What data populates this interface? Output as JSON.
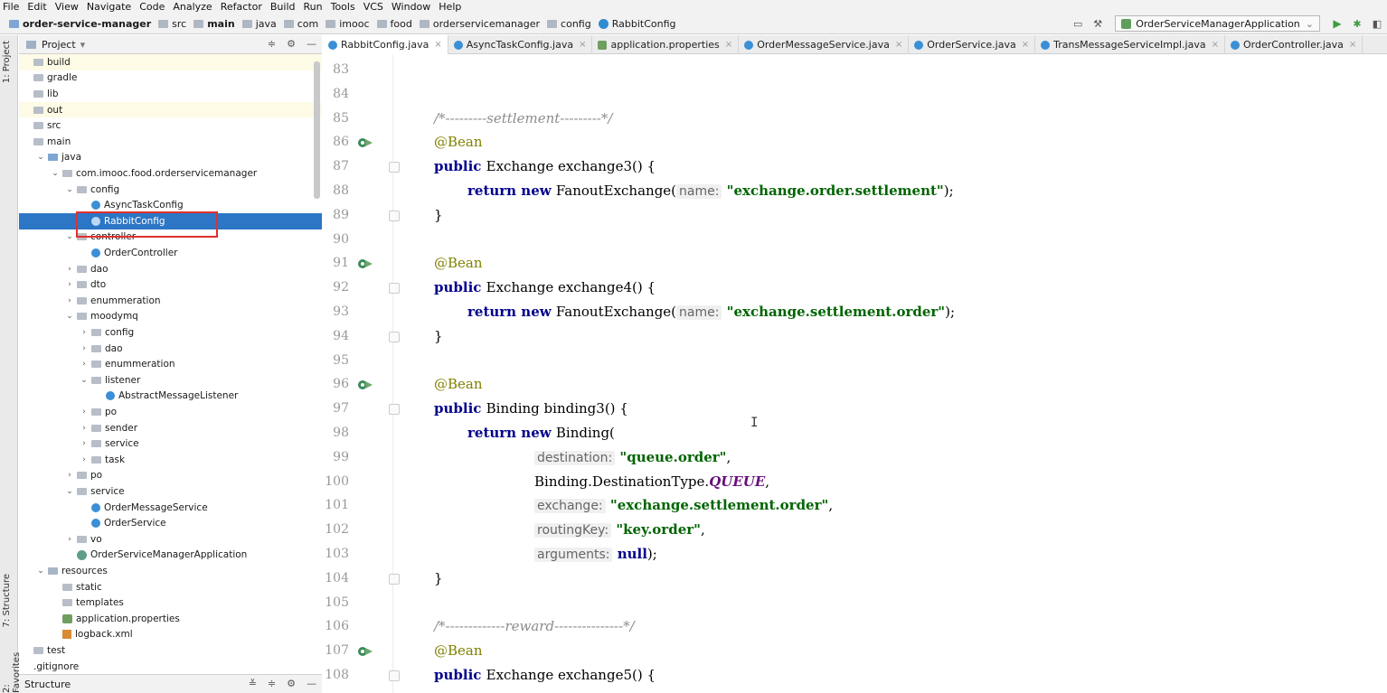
{
  "menu": [
    "File",
    "Edit",
    "View",
    "Navigate",
    "Code",
    "Analyze",
    "Refactor",
    "Build",
    "Run",
    "Tools",
    "VCS",
    "Window",
    "Help"
  ],
  "breadcrumbs": [
    {
      "label": "order-service-manager",
      "icon": "project-icon"
    },
    {
      "label": "src",
      "icon": "folder-icon"
    },
    {
      "label": "main",
      "icon": "folder-icon"
    },
    {
      "label": "java",
      "icon": "folder-icon"
    },
    {
      "label": "com",
      "icon": "folder-icon"
    },
    {
      "label": "imooc",
      "icon": "folder-icon"
    },
    {
      "label": "food",
      "icon": "folder-icon"
    },
    {
      "label": "orderservicemanager",
      "icon": "folder-icon"
    },
    {
      "label": "config",
      "icon": "folder-icon"
    },
    {
      "label": "RabbitConfig",
      "icon": "class-icon"
    }
  ],
  "run_config": "OrderServiceManagerApplication",
  "project_panel": {
    "title": "Project",
    "structure_title": "Structure"
  },
  "side_tabs": {
    "project": "1: Project",
    "structure": "7: Structure",
    "favorites": "2: Favorites"
  },
  "tree": [
    {
      "label": "build",
      "depth": 0,
      "icon": "folder",
      "arrow": "",
      "bg": "yel"
    },
    {
      "label": "gradle",
      "depth": 0,
      "icon": "folder",
      "arrow": ""
    },
    {
      "label": "lib",
      "depth": 0,
      "icon": "folder",
      "arrow": ""
    },
    {
      "label": "out",
      "depth": 0,
      "icon": "folder",
      "arrow": "",
      "bg": "yel"
    },
    {
      "label": "src",
      "depth": 0,
      "icon": "folder",
      "arrow": ""
    },
    {
      "label": "main",
      "depth": 0,
      "icon": "folder",
      "arrow": ""
    },
    {
      "label": "java",
      "depth": 1,
      "icon": "folder-blue",
      "arrow": "v"
    },
    {
      "label": "com.imooc.food.orderservicemanager",
      "depth": 2,
      "icon": "folder",
      "arrow": "v"
    },
    {
      "label": "config",
      "depth": 3,
      "icon": "folder",
      "arrow": "v"
    },
    {
      "label": "AsyncTaskConfig",
      "depth": 4,
      "icon": "class",
      "arrow": ""
    },
    {
      "label": "RabbitConfig",
      "depth": 4,
      "icon": "class",
      "arrow": "",
      "bg": "sel"
    },
    {
      "label": "controller",
      "depth": 3,
      "icon": "folder",
      "arrow": "v"
    },
    {
      "label": "OrderController",
      "depth": 4,
      "icon": "class",
      "arrow": ""
    },
    {
      "label": "dao",
      "depth": 3,
      "icon": "folder",
      "arrow": ">"
    },
    {
      "label": "dto",
      "depth": 3,
      "icon": "folder",
      "arrow": ">"
    },
    {
      "label": "enummeration",
      "depth": 3,
      "icon": "folder",
      "arrow": ">"
    },
    {
      "label": "moodymq",
      "depth": 3,
      "icon": "folder",
      "arrow": "v"
    },
    {
      "label": "config",
      "depth": 4,
      "icon": "folder",
      "arrow": ">"
    },
    {
      "label": "dao",
      "depth": 4,
      "icon": "folder",
      "arrow": ">"
    },
    {
      "label": "enummeration",
      "depth": 4,
      "icon": "folder",
      "arrow": ">"
    },
    {
      "label": "listener",
      "depth": 4,
      "icon": "folder",
      "arrow": "v"
    },
    {
      "label": "AbstractMessageListener",
      "depth": 5,
      "icon": "class",
      "arrow": ""
    },
    {
      "label": "po",
      "depth": 4,
      "icon": "folder",
      "arrow": ">"
    },
    {
      "label": "sender",
      "depth": 4,
      "icon": "folder",
      "arrow": ">"
    },
    {
      "label": "service",
      "depth": 4,
      "icon": "folder",
      "arrow": ">"
    },
    {
      "label": "task",
      "depth": 4,
      "icon": "folder",
      "arrow": ">"
    },
    {
      "label": "po",
      "depth": 3,
      "icon": "folder",
      "arrow": ">"
    },
    {
      "label": "service",
      "depth": 3,
      "icon": "folder",
      "arrow": "v"
    },
    {
      "label": "OrderMessageService",
      "depth": 4,
      "icon": "class",
      "arrow": ""
    },
    {
      "label": "OrderService",
      "depth": 4,
      "icon": "class",
      "arrow": ""
    },
    {
      "label": "vo",
      "depth": 3,
      "icon": "folder",
      "arrow": ">"
    },
    {
      "label": "OrderServiceManagerApplication",
      "depth": 3,
      "icon": "app",
      "arrow": ""
    },
    {
      "label": "resources",
      "depth": 1,
      "icon": "folder-res",
      "arrow": "v"
    },
    {
      "label": "static",
      "depth": 2,
      "icon": "folder",
      "arrow": ""
    },
    {
      "label": "templates",
      "depth": 2,
      "icon": "folder",
      "arrow": ""
    },
    {
      "label": "application.properties",
      "depth": 2,
      "icon": "prop",
      "arrow": ""
    },
    {
      "label": "logback.xml",
      "depth": 2,
      "icon": "xml",
      "arrow": ""
    },
    {
      "label": "test",
      "depth": 0,
      "icon": "folder",
      "arrow": ""
    },
    {
      "label": ".gitignore",
      "depth": 0,
      "icon": "",
      "arrow": ""
    }
  ],
  "tabs": [
    {
      "label": "RabbitConfig.java",
      "icon": "class",
      "active": true
    },
    {
      "label": "AsyncTaskConfig.java",
      "icon": "class"
    },
    {
      "label": "application.properties",
      "icon": "prop"
    },
    {
      "label": "OrderMessageService.java",
      "icon": "class"
    },
    {
      "label": "OrderService.java",
      "icon": "class"
    },
    {
      "label": "TransMessageServiceImpl.java",
      "icon": "class"
    },
    {
      "label": "OrderController.java",
      "icon": "class"
    }
  ],
  "line_numbers": [
    "83",
    "84",
    "85",
    "86",
    "87",
    "88",
    "89",
    "90",
    "91",
    "92",
    "93",
    "94",
    "95",
    "96",
    "97",
    "98",
    "99",
    "100",
    "101",
    "102",
    "103",
    "104",
    "105",
    "106",
    "107",
    "108"
  ],
  "bean_marker_lines": [
    "86",
    "91",
    "96",
    "107"
  ],
  "fold_lines": [
    "87",
    "89",
    "92",
    "94",
    "97",
    "104",
    "108"
  ],
  "code": [
    {
      "n": "83",
      "parts": []
    },
    {
      "n": "84",
      "parts": []
    },
    {
      "n": "85",
      "indent": 0,
      "parts": [
        {
          "t": "/*---------settlement---------*/",
          "c": "cmt"
        }
      ]
    },
    {
      "n": "86",
      "indent": 0,
      "parts": [
        {
          "t": "@Bean",
          "c": "ann"
        }
      ]
    },
    {
      "n": "87",
      "indent": 0,
      "parts": [
        {
          "t": "public ",
          "c": "kw"
        },
        {
          "t": "Exchange exchange3() {",
          "c": ""
        }
      ]
    },
    {
      "n": "88",
      "indent": 1,
      "parts": [
        {
          "t": "return new ",
          "c": "kw"
        },
        {
          "t": "FanoutExchange(",
          "c": ""
        },
        {
          "t": "name:",
          "c": "hint"
        },
        {
          "t": " \"exchange.order.settlement\"",
          "c": "str"
        },
        {
          "t": ");",
          "c": ""
        }
      ]
    },
    {
      "n": "89",
      "indent": 0,
      "parts": [
        {
          "t": "}",
          "c": ""
        }
      ]
    },
    {
      "n": "90",
      "parts": []
    },
    {
      "n": "91",
      "indent": 0,
      "parts": [
        {
          "t": "@Bean",
          "c": "ann"
        }
      ]
    },
    {
      "n": "92",
      "indent": 0,
      "parts": [
        {
          "t": "public ",
          "c": "kw"
        },
        {
          "t": "Exchange exchange4() {",
          "c": ""
        }
      ]
    },
    {
      "n": "93",
      "indent": 1,
      "parts": [
        {
          "t": "return new ",
          "c": "kw"
        },
        {
          "t": "FanoutExchange(",
          "c": ""
        },
        {
          "t": "name:",
          "c": "hint"
        },
        {
          "t": " \"exchange.settlement.order\"",
          "c": "str"
        },
        {
          "t": ");",
          "c": ""
        }
      ]
    },
    {
      "n": "94",
      "indent": 0,
      "parts": [
        {
          "t": "}",
          "c": ""
        }
      ]
    },
    {
      "n": "95",
      "parts": []
    },
    {
      "n": "96",
      "indent": 0,
      "parts": [
        {
          "t": "@Bean",
          "c": "ann"
        }
      ]
    },
    {
      "n": "97",
      "indent": 0,
      "parts": [
        {
          "t": "public ",
          "c": "kw"
        },
        {
          "t": "Binding binding3() {",
          "c": ""
        }
      ]
    },
    {
      "n": "98",
      "indent": 1,
      "parts": [
        {
          "t": "return new ",
          "c": "kw"
        },
        {
          "t": "Binding(",
          "c": ""
        }
      ]
    },
    {
      "n": "99",
      "indent": 3,
      "parts": [
        {
          "t": "destination:",
          "c": "hint"
        },
        {
          "t": " \"queue.order\"",
          "c": "str"
        },
        {
          "t": ",",
          "c": ""
        }
      ]
    },
    {
      "n": "100",
      "indent": 3,
      "parts": [
        {
          "t": "Binding.DestinationType.",
          "c": ""
        },
        {
          "t": "QUEUE",
          "c": "enum"
        },
        {
          "t": ",",
          "c": ""
        }
      ]
    },
    {
      "n": "101",
      "indent": 3,
      "parts": [
        {
          "t": "exchange:",
          "c": "hint"
        },
        {
          "t": " \"exchange.settlement.order\"",
          "c": "str"
        },
        {
          "t": ",",
          "c": ""
        }
      ]
    },
    {
      "n": "102",
      "indent": 3,
      "parts": [
        {
          "t": "routingKey:",
          "c": "hint"
        },
        {
          "t": " \"key.order\"",
          "c": "str"
        },
        {
          "t": ",",
          "c": ""
        }
      ]
    },
    {
      "n": "103",
      "indent": 3,
      "parts": [
        {
          "t": "arguments:",
          "c": "hint"
        },
        {
          "t": " null",
          "c": "kw"
        },
        {
          "t": ");",
          "c": ""
        }
      ]
    },
    {
      "n": "104",
      "indent": 0,
      "parts": [
        {
          "t": "}",
          "c": ""
        }
      ]
    },
    {
      "n": "105",
      "parts": []
    },
    {
      "n": "106",
      "indent": 0,
      "parts": [
        {
          "t": "/*-------------reward---------------*/",
          "c": "cmt"
        }
      ]
    },
    {
      "n": "107",
      "indent": 0,
      "parts": [
        {
          "t": "@Bean",
          "c": "ann"
        }
      ]
    },
    {
      "n": "108",
      "indent": 0,
      "parts": [
        {
          "t": "public ",
          "c": "kw"
        },
        {
          "t": "Exchange exchange5() {",
          "c": ""
        }
      ]
    }
  ]
}
